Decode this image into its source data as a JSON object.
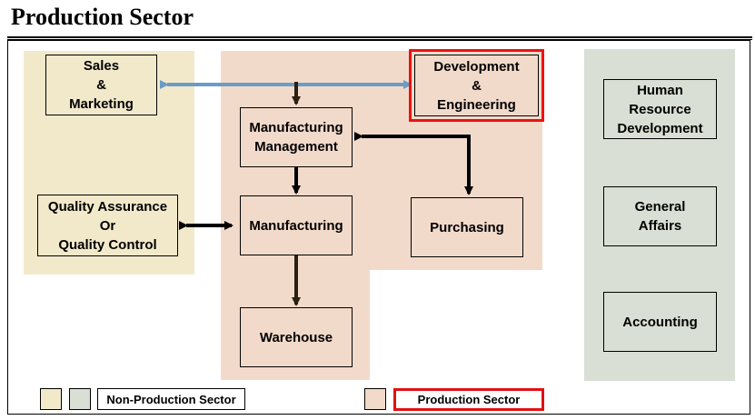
{
  "title": "Production Sector",
  "colors": {
    "non_production_tan": "#f2e9cb",
    "non_production_green": "#d9dfd4",
    "production_pink": "#f2dacb",
    "highlight_red": "#e11111",
    "link_blue": "#6a9cc6"
  },
  "nodes": {
    "sales": "Sales\n&\nMarketing",
    "development": "Development\n&\nEngineering",
    "manufacturing_management": "Manufacturing\nManagement",
    "quality": "Quality Assurance\nOr\nQuality Control",
    "manufacturing": "Manufacturing",
    "purchasing": "Purchasing",
    "warehouse": "Warehouse",
    "hrd": "Human\nResource\nDevelopment",
    "general_affairs": "General\nAffairs",
    "accounting": "Accounting"
  },
  "legend": {
    "non_production": "Non-Production Sector",
    "production": "Production Sector"
  }
}
